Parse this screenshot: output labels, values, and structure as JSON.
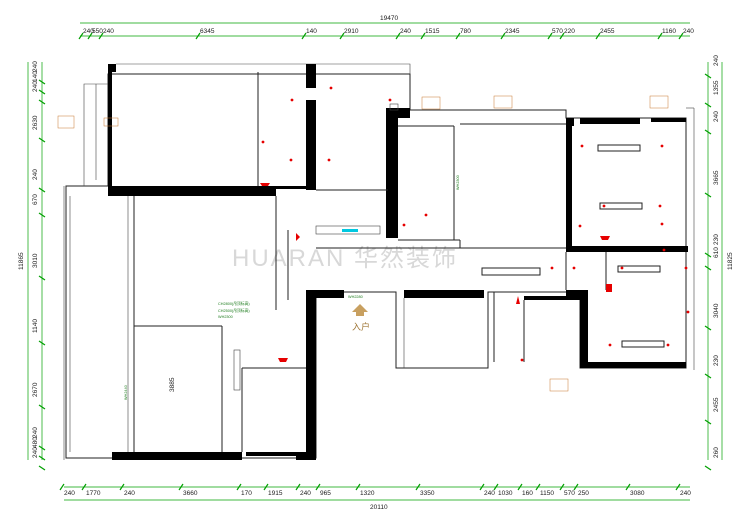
{
  "dimensions": {
    "top_total": "19470",
    "top": [
      "240",
      "550",
      "240",
      "6345",
      "140",
      "2910",
      "240",
      "1515",
      "780",
      "2345",
      "570",
      "220",
      "2455",
      "1160",
      "240"
    ],
    "bottom_total": "20110",
    "bottom": [
      "240",
      "1770",
      "240",
      "3660",
      "170",
      "1915",
      "240",
      "965",
      "1320",
      "3350",
      "240",
      "1030",
      "160",
      "1150",
      "570",
      "250",
      "3080",
      "240"
    ],
    "left_total": "11865",
    "left": [
      "240",
      "140",
      "240",
      "2630",
      "240",
      "670",
      "3010",
      "1140",
      "2670",
      "240",
      "480",
      "240"
    ],
    "right_total": "11825",
    "right": [
      "240",
      "1355",
      "240",
      "3665",
      "230",
      "610",
      "3040",
      "230",
      "2455",
      "260"
    ]
  },
  "labels": {
    "entrance": "入户",
    "watermark": "HUARAN 华然装饰",
    "notes": {
      "ch2800": "CH2800(吊顶标高)",
      "ch2500": "CH2500(吊顶标高)",
      "wh2300a": "WH2300",
      "wh2300b": "WH2300",
      "wh2280": "WH2280",
      "wh2440": "WH2440",
      "h3885": "3885"
    }
  },
  "colors": {
    "walls": "#000000",
    "dimension_lines": "#00a000",
    "power_points": "#e60000",
    "entrance_arrow": "#c8a060",
    "annotation_stamp": "#c87830"
  }
}
